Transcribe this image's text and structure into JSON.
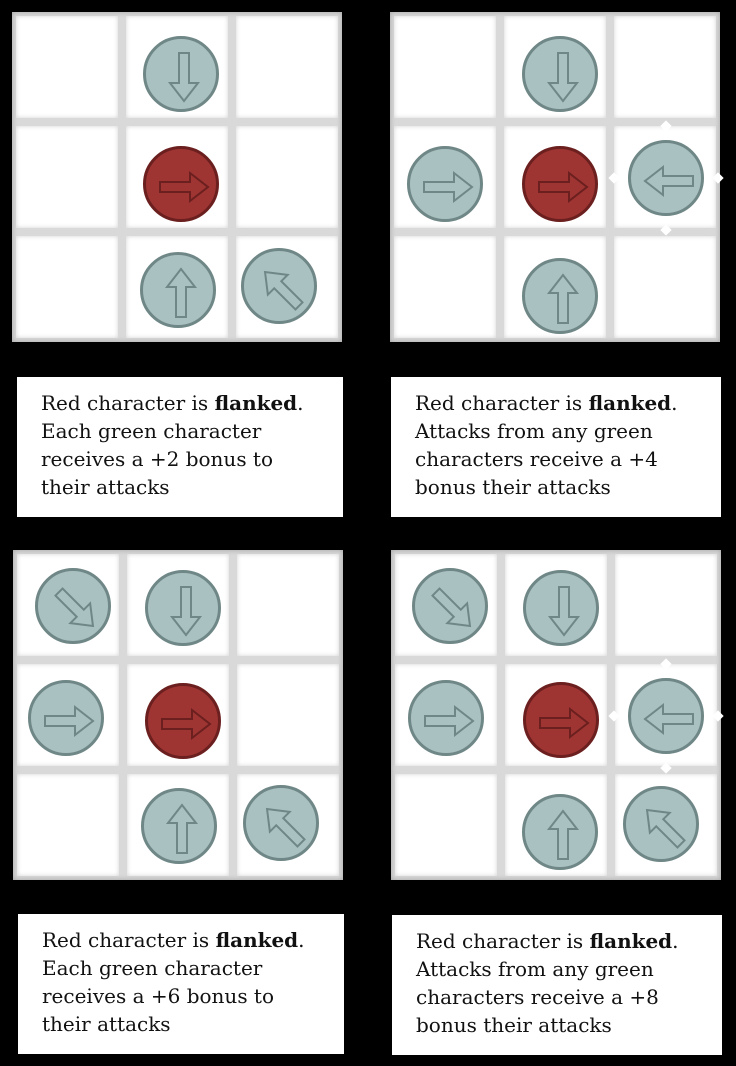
{
  "colors": {
    "green_token": "#a9c1c1",
    "red_token": "#9e3533",
    "background": "#000000"
  },
  "panels": [
    {
      "caption": {
        "lead": "Red character is ",
        "bold": "flanked",
        "after": ".",
        "lines": [
          "Each green character",
          "receives a +2  bonus to",
          "their attacks"
        ]
      }
    },
    {
      "caption": {
        "lead": "Red character is ",
        "bold": "flanked",
        "after": ".",
        "lines": [
          "Attacks from any green",
          "characters receive  a +4",
          "bonus  their attacks"
        ]
      }
    },
    {
      "caption": {
        "lead": "Red character is ",
        "bold": "flanked",
        "after": ".",
        "lines": [
          "Each green character",
          "receives a +6 bonus to",
          "their attacks"
        ]
      }
    },
    {
      "caption": {
        "lead": "Red character is ",
        "bold": "flanked",
        "after": ".",
        "lines": [
          "Attacks from any green",
          "characters receive  a +8",
          "bonus  their attacks"
        ]
      }
    }
  ]
}
